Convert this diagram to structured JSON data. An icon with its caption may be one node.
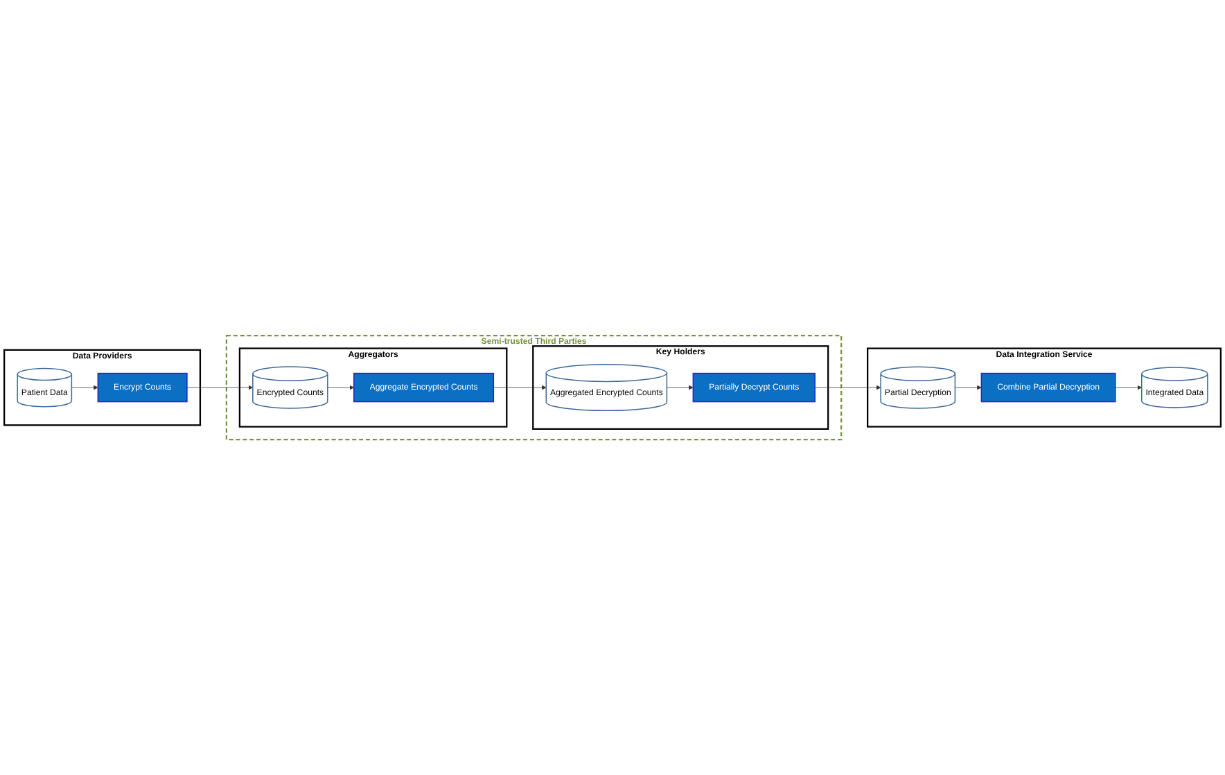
{
  "diagram": {
    "nodes": [
      {
        "text": [
          "Semi-trusted Third Parties"
        ]
      },
      {
        "text": [
          "Data Providers"
        ]
      },
      {
        "text": [
          "Patient Data"
        ],
        "in": 1
      },
      {
        "text": [
          "Encrypt Counts"
        ],
        "in": 1
      },
      {
        "text": [
          "Aggregators"
        ],
        "in": 0
      },
      {
        "text": [
          "Encrypted Counts"
        ],
        "in": 4
      },
      {
        "text": [
          "Aggregate Encrypted Counts"
        ],
        "in": 4
      },
      {
        "text": [
          "Key Holders"
        ],
        "in": 0
      },
      {
        "text": [
          "Partially Decrypt Counts"
        ],
        "in": 7
      },
      {
        "text": [
          "Aggregated Encrypted Counts"
        ],
        "in": 7
      },
      {
        "text": [
          "Data Integration Service"
        ]
      },
      {
        "text": [
          "Combine Partial Decryption"
        ],
        "in": 10
      },
      {
        "text": [
          "Partial Decryption"
        ],
        "in": 10
      },
      {
        "text": [
          "Integrated Data"
        ],
        "in": 10
      }
    ],
    "edges": [
      {
        "from": 2,
        "to": 3,
        "arrow": "to"
      },
      {
        "from": 3,
        "to": 5,
        "arrow": "to"
      },
      {
        "from": 5,
        "to": 6,
        "arrow": "to"
      },
      {
        "from": 6,
        "to": 9,
        "arrow": "to"
      },
      {
        "from": 9,
        "to": 8,
        "arrow": "to"
      },
      {
        "from": 8,
        "to": 12,
        "arrow": "to"
      },
      {
        "from": 12,
        "to": 11,
        "arrow": "to"
      },
      {
        "from": 11,
        "to": 13,
        "arrow": "to"
      }
    ]
  }
}
